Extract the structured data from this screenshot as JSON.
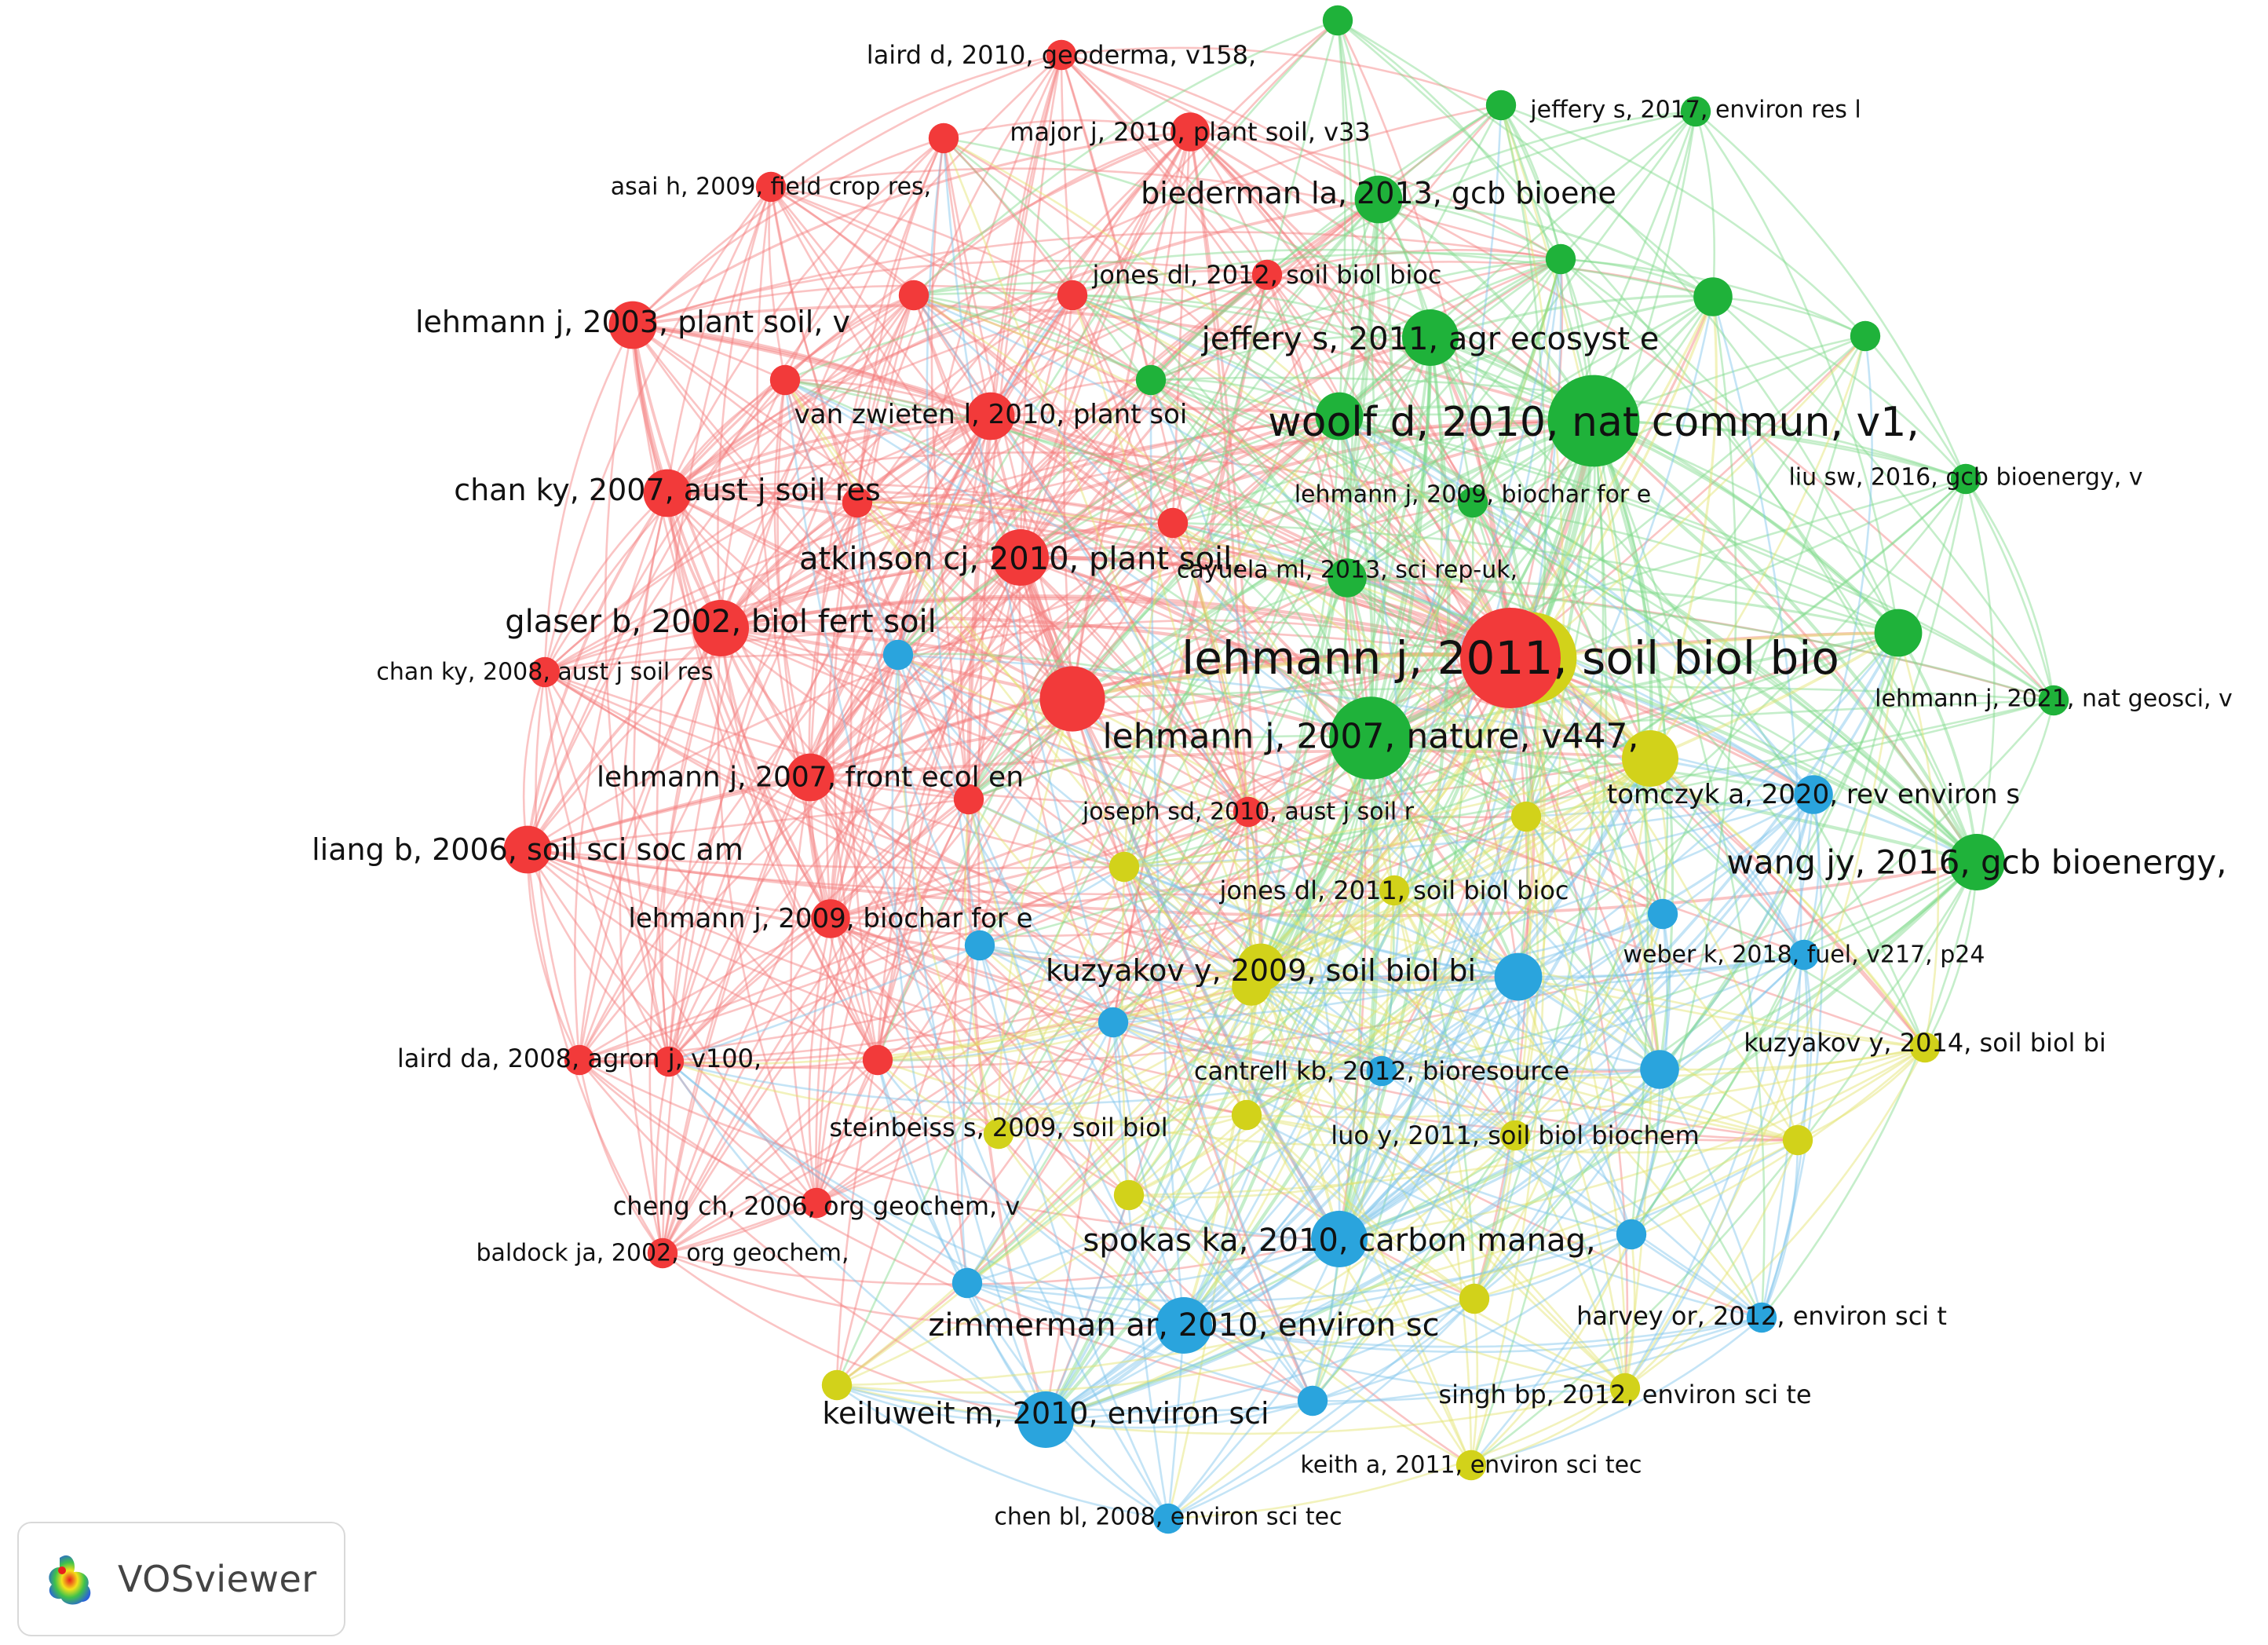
{
  "colors": {
    "red": "#f23a3a",
    "green": "#1fb23a",
    "yellow": "#d2d21a",
    "blue": "#2aa4dd",
    "edge_red": "#f47c7c",
    "edge_green": "#7ed98a",
    "edge_yellow": "#e3e36a",
    "edge_blue": "#7cc4ea"
  },
  "nodes": [
    {
      "id": "laird2010",
      "label": "laird d, 2010, geoderma, v158,",
      "cluster": "red",
      "weight": 2
    },
    {
      "id": "major2010",
      "label": "major j, 2010, plant soil, v33",
      "cluster": "red",
      "weight": 3
    },
    {
      "id": "asai2009",
      "label": "asai h, 2009, field crop res,",
      "cluster": "red",
      "weight": 2
    },
    {
      "id": "lehmann2003",
      "label": "lehmann j, 2003, plant soil, v",
      "cluster": "red",
      "weight": 4
    },
    {
      "id": "vanzwieten2010",
      "label": "van zwieten l, 2010, plant soi",
      "cluster": "red",
      "weight": 4
    },
    {
      "id": "chan2007",
      "label": "chan ky, 2007, aust j soil res",
      "cluster": "red",
      "weight": 4
    },
    {
      "id": "atkinson2010",
      "label": "atkinson cj, 2010, plant soil,",
      "cluster": "red",
      "weight": 5
    },
    {
      "id": "glaser2002",
      "label": "glaser b, 2002, biol fert soil",
      "cluster": "red",
      "weight": 5
    },
    {
      "id": "chan2008",
      "label": "chan ky, 2008, aust j soil res",
      "cluster": "red",
      "weight": 2
    },
    {
      "id": "lehmann2011",
      "label": "lehmann j, 2011, soil biol bio",
      "cluster": "red",
      "weight": 10
    },
    {
      "id": "lehmann2007f",
      "label": "lehmann j, 2007, front ecol en",
      "cluster": "red",
      "weight": 4
    },
    {
      "id": "liang2006",
      "label": "liang b, 2006, soil sci soc am",
      "cluster": "red",
      "weight": 4
    },
    {
      "id": "lehmann2009r",
      "label": "lehmann j, 2009, biochar for e",
      "cluster": "red",
      "weight": 3
    },
    {
      "id": "laird2008",
      "label": "laird da, 2008, agron j, v100,",
      "cluster": "red",
      "weight": 2
    },
    {
      "id": "cheng2006",
      "label": "cheng ch, 2006, org geochem, v",
      "cluster": "red",
      "weight": 2
    },
    {
      "id": "baldock2002",
      "label": "baldock ja, 2002, org geochem,",
      "cluster": "red",
      "weight": 2
    },
    {
      "id": "joseph2010",
      "label": "joseph sd, 2010, aust j soil r",
      "cluster": "red",
      "weight": 2
    },
    {
      "id": "jeffery2017",
      "label": "jeffery s, 2017, environ res l",
      "cluster": "green",
      "weight": 2
    },
    {
      "id": "biederman2013",
      "label": "biederman la, 2013, gcb bioene",
      "cluster": "green",
      "weight": 4
    },
    {
      "id": "jones2012",
      "label": "jones dl, 2012, soil biol bioc",
      "cluster": "red",
      "weight": 2
    },
    {
      "id": "jeffery2011",
      "label": "jeffery s, 2011, agr ecosyst e",
      "cluster": "green",
      "weight": 5
    },
    {
      "id": "woolf2010",
      "label": "woolf d, 2010, nat commun, v1,",
      "cluster": "green",
      "weight": 9
    },
    {
      "id": "liu2016",
      "label": "liu sw, 2016, gcb bioenergy, v",
      "cluster": "green",
      "weight": 2
    },
    {
      "id": "lehmann2009g",
      "label": "lehmann j, 2009, biochar for e",
      "cluster": "green",
      "weight": 2
    },
    {
      "id": "cayuela2013",
      "label": "cayuela ml, 2013, sci rep-uk,",
      "cluster": "green",
      "weight": 3
    },
    {
      "id": "lehmann2021",
      "label": "lehmann j, 2021, nat geosci, v",
      "cluster": "green",
      "weight": 2
    },
    {
      "id": "lehmann2007n",
      "label": "lehmann j, 2007, nature, v447,",
      "cluster": "green",
      "weight": 8
    },
    {
      "id": "tomczyk2020",
      "label": "tomczyk a, 2020, rev environ s",
      "cluster": "blue",
      "weight": 3
    },
    {
      "id": "wang2016",
      "label": "wang jy, 2016, gcb bioenergy,",
      "cluster": "green",
      "weight": 5
    },
    {
      "id": "jones2011",
      "label": "jones dl, 2011, soil biol bioc",
      "cluster": "yellow",
      "weight": 2
    },
    {
      "id": "kuzyakov2009",
      "label": "kuzyakov y, 2009, soil biol bi",
      "cluster": "yellow",
      "weight": 4
    },
    {
      "id": "weber2018",
      "label": "weber k, 2018, fuel, v217, p24",
      "cluster": "blue",
      "weight": 2
    },
    {
      "id": "kuzyakov2014",
      "label": "kuzyakov y, 2014, soil biol bi",
      "cluster": "yellow",
      "weight": 2
    },
    {
      "id": "cantrell2012",
      "label": "cantrell kb, 2012, bioresource",
      "cluster": "blue",
      "weight": 2
    },
    {
      "id": "steinbeiss2009",
      "label": "steinbeiss s, 2009, soil biol",
      "cluster": "yellow",
      "weight": 2
    },
    {
      "id": "luo2011",
      "label": "luo y, 2011, soil biol biochem",
      "cluster": "yellow",
      "weight": 2
    },
    {
      "id": "spokas2010",
      "label": "spokas ka, 2010, carbon manag,",
      "cluster": "blue",
      "weight": 5
    },
    {
      "id": "harvey2012",
      "label": "harvey or, 2012, environ sci t",
      "cluster": "blue",
      "weight": 2
    },
    {
      "id": "zimmerman2010",
      "label": "zimmerman ar, 2010, environ sc",
      "cluster": "blue",
      "weight": 5
    },
    {
      "id": "singh2012",
      "label": "singh bp, 2012, environ sci te",
      "cluster": "yellow",
      "weight": 2
    },
    {
      "id": "keiluweit2010",
      "label": "keiluweit m, 2010, environ sci",
      "cluster": "blue",
      "weight": 5
    },
    {
      "id": "keith2011",
      "label": "keith a, 2011, environ sci tec",
      "cluster": "yellow",
      "weight": 2
    },
    {
      "id": "chen2008",
      "label": "chen bl, 2008, environ sci tec",
      "cluster": "blue",
      "weight": 2
    },
    {
      "id": "y1",
      "label": "",
      "cluster": "yellow",
      "weight": 9
    },
    {
      "id": "y2",
      "label": "",
      "cluster": "yellow",
      "weight": 5
    },
    {
      "id": "r1",
      "label": "",
      "cluster": "red",
      "weight": 6
    },
    {
      "id": "g1",
      "label": "",
      "cluster": "green",
      "weight": 4
    },
    {
      "id": "g2",
      "label": "",
      "cluster": "green",
      "weight": 4
    },
    {
      "id": "g3",
      "label": "",
      "cluster": "green",
      "weight": 2
    },
    {
      "id": "g4",
      "label": "",
      "cluster": "green",
      "weight": 2
    },
    {
      "id": "g5",
      "label": "",
      "cluster": "green",
      "weight": 2
    },
    {
      "id": "g6",
      "label": "",
      "cluster": "green",
      "weight": 3
    },
    {
      "id": "g7",
      "label": "",
      "cluster": "green",
      "weight": 2
    },
    {
      "id": "g8",
      "label": "",
      "cluster": "green",
      "weight": 2
    },
    {
      "id": "b1",
      "label": "",
      "cluster": "blue",
      "weight": 2
    },
    {
      "id": "b2",
      "label": "",
      "cluster": "blue",
      "weight": 2
    },
    {
      "id": "b3",
      "label": "",
      "cluster": "blue",
      "weight": 2
    },
    {
      "id": "b4",
      "label": "",
      "cluster": "blue",
      "weight": 4
    },
    {
      "id": "b5",
      "label": "",
      "cluster": "blue",
      "weight": 2
    },
    {
      "id": "b6",
      "label": "",
      "cluster": "blue",
      "weight": 3
    },
    {
      "id": "b7",
      "label": "",
      "cluster": "blue",
      "weight": 2
    },
    {
      "id": "b8",
      "label": "",
      "cluster": "blue",
      "weight": 2
    },
    {
      "id": "b9",
      "label": "",
      "cluster": "blue",
      "weight": 2
    },
    {
      "id": "y3",
      "label": "",
      "cluster": "yellow",
      "weight": 2
    },
    {
      "id": "y4",
      "label": "",
      "cluster": "yellow",
      "weight": 2
    },
    {
      "id": "y5",
      "label": "",
      "cluster": "yellow",
      "weight": 2
    },
    {
      "id": "y6",
      "label": "",
      "cluster": "yellow",
      "weight": 2
    },
    {
      "id": "y7",
      "label": "",
      "cluster": "yellow",
      "weight": 3
    },
    {
      "id": "y8",
      "label": "",
      "cluster": "yellow",
      "weight": 2
    },
    {
      "id": "y9",
      "label": "",
      "cluster": "yellow",
      "weight": 2
    },
    {
      "id": "y10",
      "label": "",
      "cluster": "yellow",
      "weight": 2
    },
    {
      "id": "r2",
      "label": "",
      "cluster": "red",
      "weight": 2
    },
    {
      "id": "r3",
      "label": "",
      "cluster": "red",
      "weight": 2
    },
    {
      "id": "r4",
      "label": "",
      "cluster": "red",
      "weight": 2
    },
    {
      "id": "r5",
      "label": "",
      "cluster": "red",
      "weight": 2
    },
    {
      "id": "r6",
      "label": "",
      "cluster": "red",
      "weight": 2
    },
    {
      "id": "r7",
      "label": "",
      "cluster": "red",
      "weight": 2
    },
    {
      "id": "r8",
      "label": "",
      "cluster": "red",
      "weight": 2
    },
    {
      "id": "r9",
      "label": "",
      "cluster": "red",
      "weight": 2
    },
    {
      "id": "r10",
      "label": "",
      "cluster": "red",
      "weight": 2
    }
  ],
  "badge": {
    "text": "VOSviewer",
    "icon": "vosviewer-heatmap-logo-icon"
  }
}
